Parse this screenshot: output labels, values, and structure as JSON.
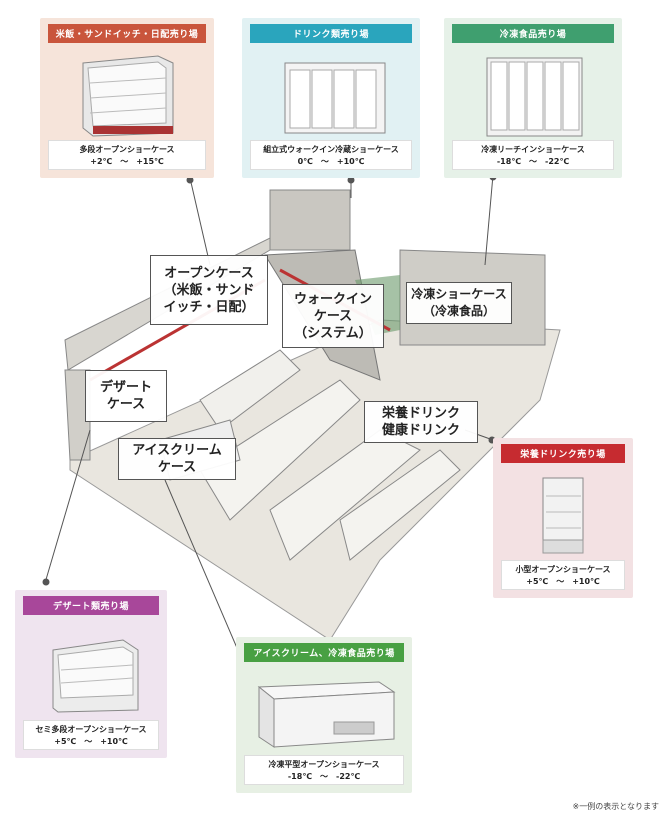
{
  "cards": {
    "rice": {
      "header": "米飯・サンドイッチ・日配売り場",
      "name": "多段オープンショーケース",
      "temp": "+2℃　～　+15℃",
      "color": "#c9553c"
    },
    "drink": {
      "header": "ドリンク類売り場",
      "name": "組立式ウォークイン冷蔵ショーケース",
      "temp": "0℃　～　+10℃",
      "color": "#2aa5bd"
    },
    "frozen": {
      "header": "冷凍食品売り場",
      "name": "冷凍リーチインショーケース",
      "temp": "-18℃　～　-22℃",
      "color": "#3f9f6f"
    },
    "nutrition": {
      "header": "栄養ドリンク売り場",
      "name": "小型オープンショーケース",
      "temp": "+5℃　～　+10℃",
      "color": "#c62b30"
    },
    "dessert": {
      "header": "デザート類売り場",
      "name": "セミ多段オープンショーケース",
      "temp": "+5℃　～　+10℃",
      "color": "#a8479a"
    },
    "icecream": {
      "header": "アイスクリーム、冷凍食品売り場",
      "name": "冷凍平型オープンショーケース",
      "temp": "-18℃　～　-22℃",
      "color": "#48a043"
    }
  },
  "labels": {
    "open_case": "オープンケース\n（米飯・サンド\nイッチ・日配）",
    "walkin": "ウォークイン\nケース\n（システム）",
    "frozen_case": "冷凍ショーケース\n（冷凍食品）",
    "dessert_case": "デザート\nケース",
    "icecream_case": "アイスクリーム\nケース",
    "nutrition_drink": "栄養ドリンク\n健康ドリンク"
  },
  "note": "※一例の表示となります"
}
